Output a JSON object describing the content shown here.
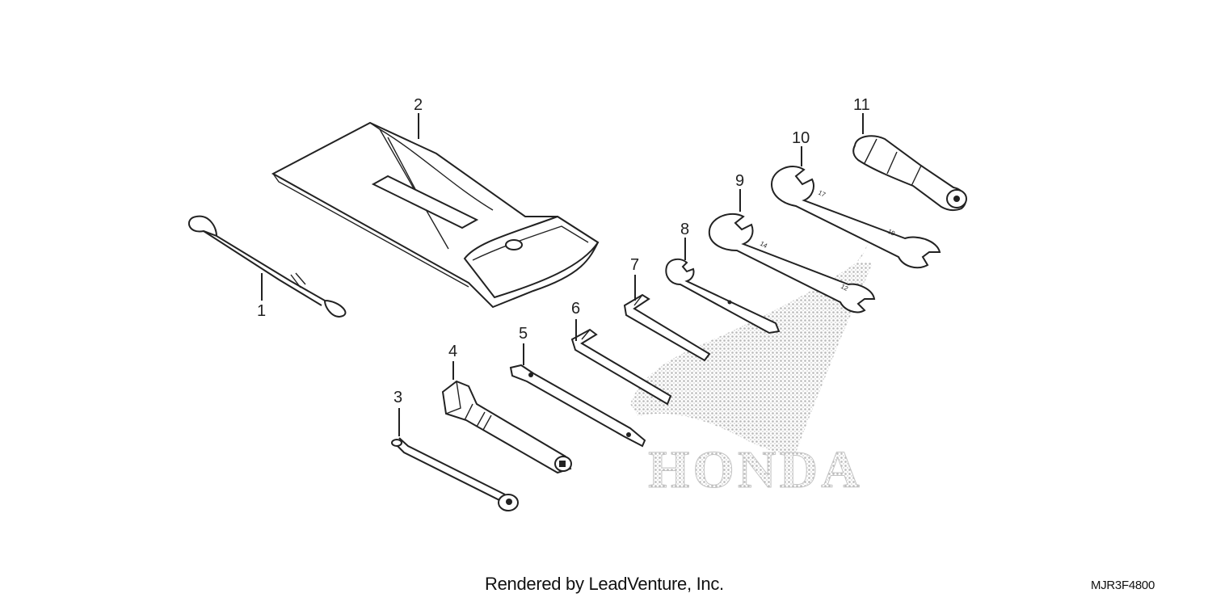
{
  "diagram": {
    "callouts": [
      "1",
      "2",
      "3",
      "4",
      "5",
      "6",
      "7",
      "8",
      "9",
      "10",
      "11"
    ],
    "watermark": {
      "brand_text": "HONDA",
      "color": "#bdbdbd"
    },
    "footer": {
      "credit": "Rendered by LeadVenture, Inc.",
      "diagram_code": "MJR3F4800"
    }
  }
}
